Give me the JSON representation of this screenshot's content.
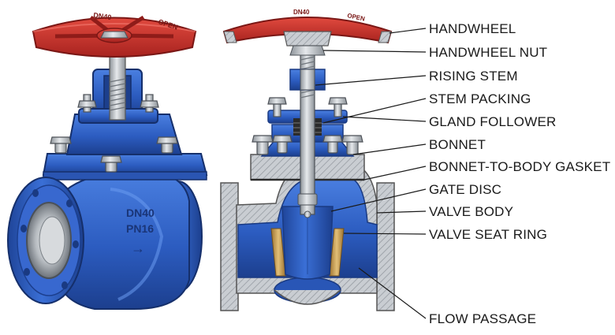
{
  "callouts": [
    {
      "label": "HANDWHEEL"
    },
    {
      "label": "HANDWHEEL NUT"
    },
    {
      "label": "RISING STEM"
    },
    {
      "label": "STEM PACKING"
    },
    {
      "label": "GLAND FOLLOWER"
    },
    {
      "label": "BONNET"
    },
    {
      "label": "BONNET-TO-BODY GASKET"
    },
    {
      "label": "GATE DISC"
    },
    {
      "label": "VALVE BODY"
    },
    {
      "label": "VALVE SEAT RING"
    },
    {
      "label": "FLOW PASSAGE"
    }
  ],
  "body_marking": {
    "size": "DN40",
    "pressure": "PN16",
    "arrow": "→"
  },
  "handwheel_marking": {
    "size": "DN40",
    "direction": "OPEN"
  },
  "colors": {
    "body_blue": "#2f5fc4",
    "handwheel_red": "#c8302e",
    "seat_ring_bronze": "#c99a4a",
    "stem_steel": "#b7bcc2"
  }
}
